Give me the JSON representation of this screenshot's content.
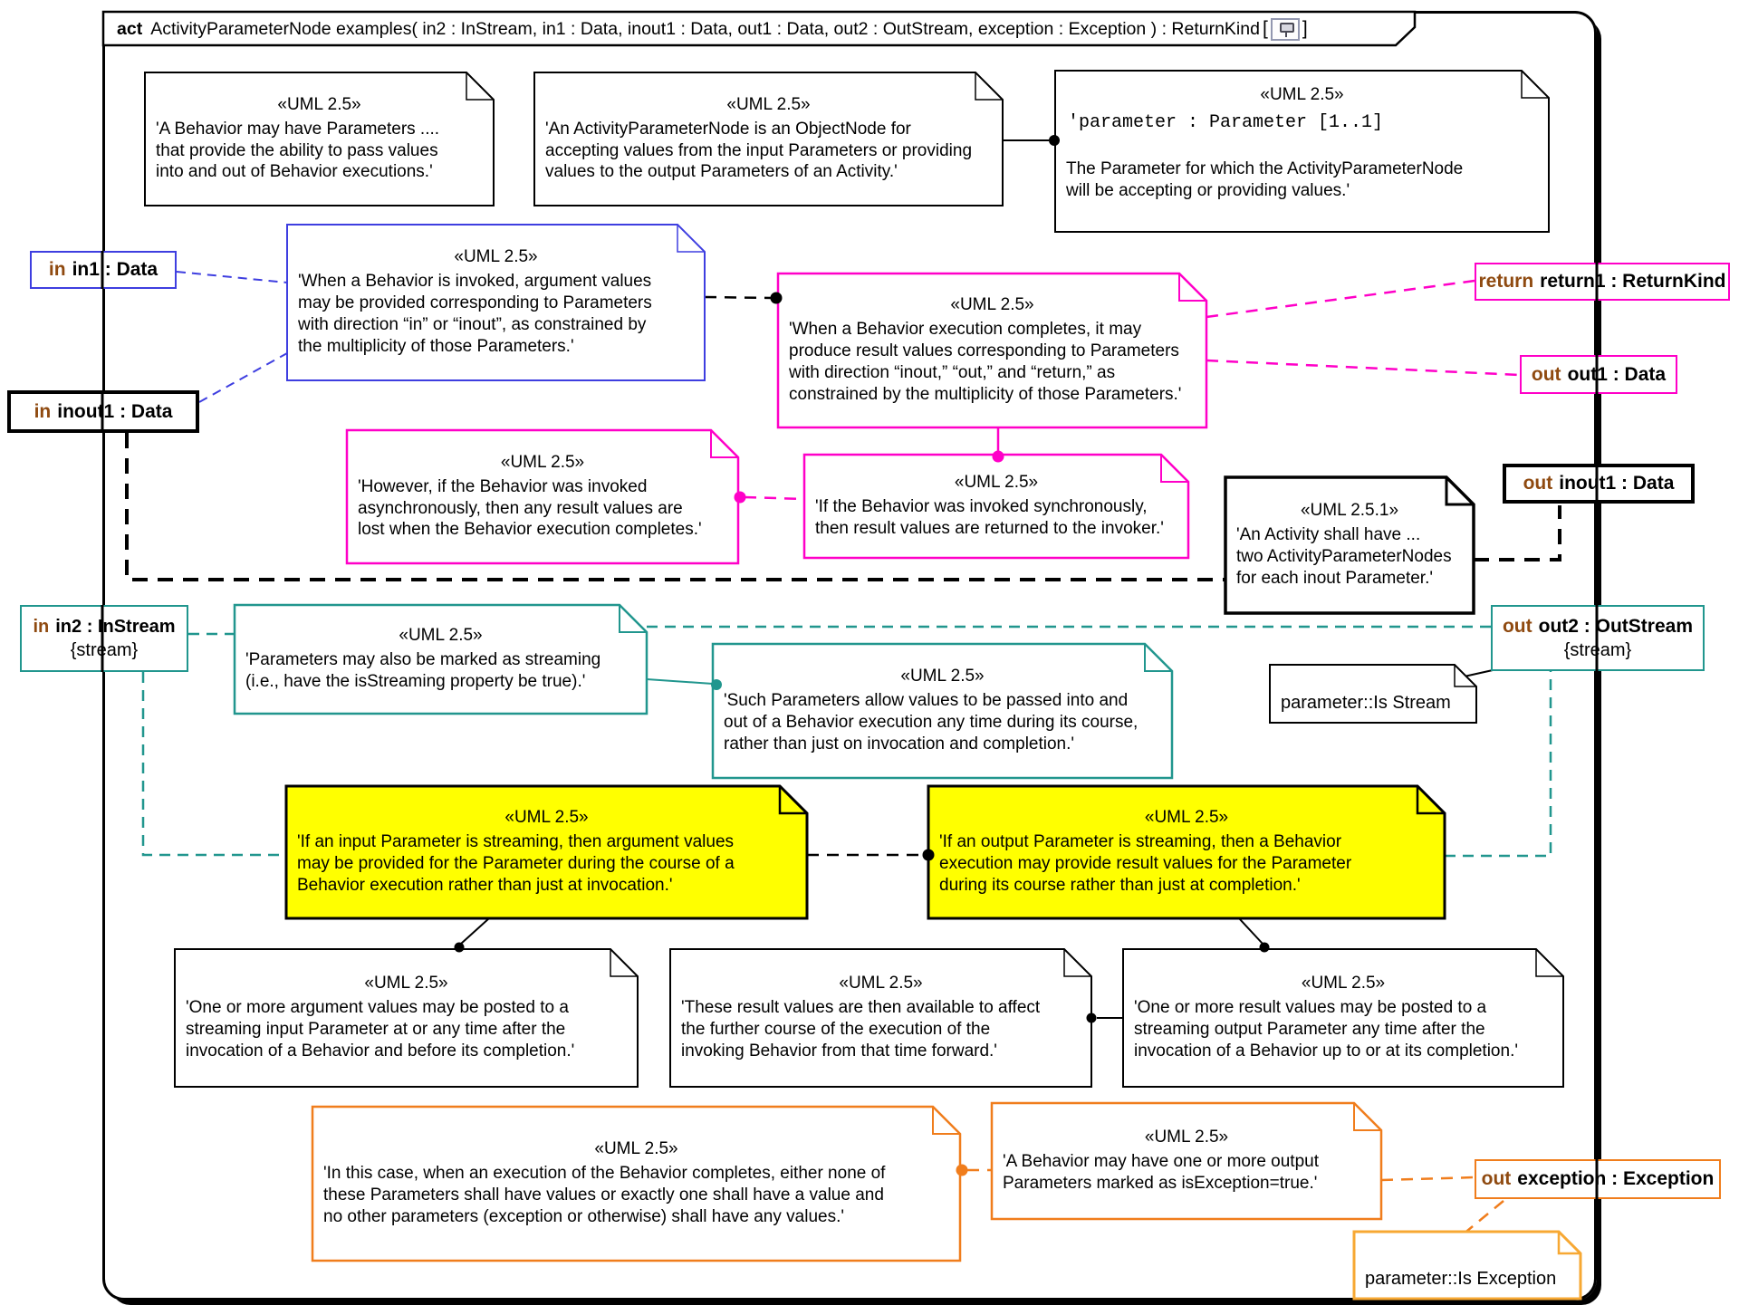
{
  "frame": {
    "keyword": "act",
    "title": "ActivityParameterNode examples( in2 : InStream, in1 : Data, inout1 : Data, out1 : Data, out2 : OutStream, exception : Exception ) : ReturnKind",
    "bracket_open": "[",
    "bracket_close": "]"
  },
  "colors": {
    "blue": "#3e3ee0",
    "magenta": "#ff00c8",
    "teal": "#21968e",
    "yellow": "#ffff00",
    "orange": "#f07d1c",
    "amber": "#f7a833",
    "keyword_brown": "#8f4a10",
    "black": "#000000"
  },
  "notes": {
    "behavior_params": {
      "stereotype": "«UML 2.5»",
      "text": "'A Behavior may have Parameters ....\nthat provide the ability to pass values\ninto and out of Behavior executions.'"
    },
    "apn_objectnode": {
      "stereotype": "«UML 2.5»",
      "text": "'An ActivityParameterNode is an ObjectNode for\naccepting values from the input Parameters or providing\nvalues to the output Parameters of an Activity.'"
    },
    "parameter_prop": {
      "stereotype": "«UML 2.5»",
      "code": "'parameter : Parameter [1..1]",
      "text": "The Parameter for which the ActivityParameterNode\nwill be accepting or providing values.'"
    },
    "invoke_args": {
      "stereotype": "«UML 2.5»",
      "text": "'When a Behavior is invoked, argument values\nmay be provided corresponding to Parameters\nwith direction “in” or “inout”, as constrained by\nthe multiplicity of those Parameters.'"
    },
    "exec_completes": {
      "stereotype": "«UML 2.5»",
      "text": "'When a Behavior execution completes, it may\nproduce result values corresponding to Parameters\nwith direction “inout,” “out,” and “return,” as\nconstrained by the multiplicity of those Parameters.'"
    },
    "async_lost": {
      "stereotype": "«UML 2.5»",
      "text": "'However, if the Behavior was invoked\nasynchronously, then any result values are\nlost when the Behavior execution completes.'"
    },
    "sync_returned": {
      "stereotype": "«UML 2.5»",
      "text": "'If the Behavior was invoked synchronously,\nthen result values are returned to the invoker.'"
    },
    "two_apns": {
      "stereotype": "«UML 2.5.1»",
      "text": "'An Activity shall have  ...\ntwo ActivityParameterNodes\nfor each inout Parameter.'"
    },
    "streaming_marked": {
      "stereotype": "«UML 2.5»",
      "text": "'Parameters may also be marked as streaming\n(i.e., have the isStreaming property be true).'"
    },
    "streaming_passed": {
      "stereotype": "«UML 2.5»",
      "text": "'Such Parameters allow values to be passed into and\nout of a Behavior execution any time during its course,\nrather than just on invocation and completion.'"
    },
    "input_streaming": {
      "stereotype": "«UML 2.5»",
      "text": "'If an input Parameter is streaming, then argument values\nmay be provided for the Parameter during the course of a\nBehavior execution rather than just at invocation.'"
    },
    "output_streaming": {
      "stereotype": "«UML 2.5»",
      "text": "'If an output Parameter is streaming, then a Behavior\nexecution may provide result values for the Parameter\nduring its course rather than just at completion.'"
    },
    "input_posted": {
      "stereotype": "«UML 2.5»",
      "text": "'One or more argument values may be posted to a\nstreaming input Parameter at or any time after the\ninvocation of a Behavior and before its completion.'"
    },
    "results_available": {
      "stereotype": "«UML 2.5»",
      "text": "'These result values are then available to affect\nthe further course of the execution of the\ninvoking Behavior from that time forward.'"
    },
    "output_posted": {
      "stereotype": "«UML 2.5»",
      "text": "'One or more result values may be posted to a\nstreaming output Parameter any time after the\ninvocation of a Behavior up to or at its completion.'"
    },
    "exception_exclusive": {
      "stereotype": "«UML 2.5»",
      "text": "'In this case, when an execution of the Behavior completes, either none of\nthese Parameters shall have values or exactly one shall have a value and\nno other parameters (exception or otherwise) shall have any values.'"
    },
    "exception_output": {
      "stereotype": "«UML 2.5»",
      "text": "'A Behavior may have one or more output\nParameters marked as isException=true.'"
    },
    "is_stream": {
      "text": "parameter::Is Stream"
    },
    "is_exception": {
      "text": "parameter::Is Exception"
    }
  },
  "params": {
    "in1": {
      "kw": "in",
      "label": "in1 : Data"
    },
    "inout1_in": {
      "kw": "in",
      "label": "inout1 : Data"
    },
    "in2": {
      "kw": "in",
      "label": "in2 : InStream",
      "constraint": "{stream}"
    },
    "return1": {
      "kw": "return",
      "label": "return1 : ReturnKind"
    },
    "out1": {
      "kw": "out",
      "label": "out1 : Data"
    },
    "inout1_out": {
      "kw": "out",
      "label": "inout1 : Data"
    },
    "out2": {
      "kw": "out",
      "label": "out2 : OutStream",
      "constraint": "{stream}"
    },
    "exception": {
      "kw": "out",
      "label": "exception : Exception"
    }
  }
}
